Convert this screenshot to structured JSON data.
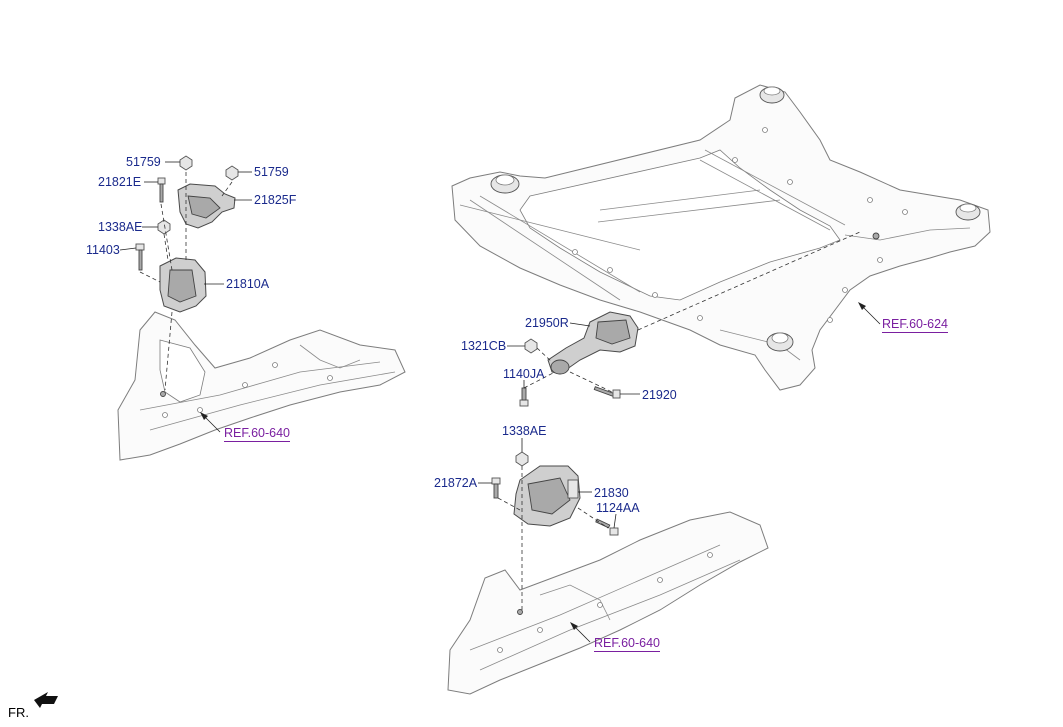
{
  "labels": {
    "l_51759_a": "51759",
    "l_51759_b": "51759",
    "l_21821E": "21821E",
    "l_21825F": "21825F",
    "l_1338AE_a": "1338AE",
    "l_11403": "11403",
    "l_21810A": "21810A",
    "l_21950R": "21950R",
    "l_1321CB": "1321CB",
    "l_1140JA": "1140JA",
    "l_21920": "21920",
    "l_1338AE_b": "1338AE",
    "l_21872A": "21872A",
    "l_21830": "21830",
    "l_1124AA": "1124AA"
  },
  "refs": {
    "r_60_624": "REF.60-624",
    "r_60_640_a": "REF.60-640",
    "r_60_640_b": "REF.60-640"
  },
  "orientation": {
    "fr_label": "FR."
  },
  "colors": {
    "part_label": "#1a2a8c",
    "ref_label": "#7a1fa0"
  }
}
